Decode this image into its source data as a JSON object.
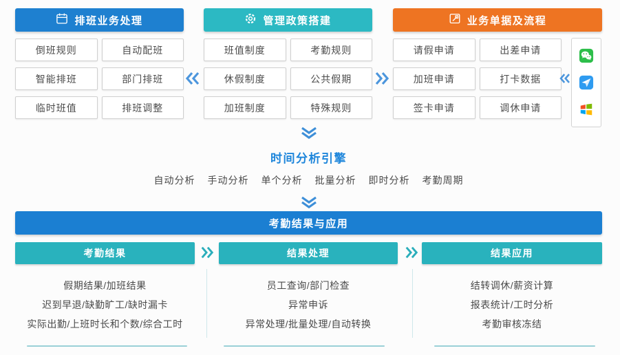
{
  "colors": {
    "section_blue": "#1E80D0",
    "section_teal": "#2CB9C3",
    "section_orange": "#EE7422",
    "banner_blue": "#1B7FD2",
    "sub_teal": "#29B2BD",
    "arrow_blue": "#4C96DD",
    "arrow_teal": "#2BAEBB",
    "engine_title_blue": "#1E86DB"
  },
  "sections": {
    "scheduling": {
      "title": "排班业务处理",
      "icon": "calendar-icon",
      "items": [
        "倒班规则",
        "自动配班",
        "智能排班",
        "部门排班",
        "临时班值",
        "排班调整"
      ]
    },
    "policy": {
      "title": "管理政策搭建",
      "icon": "gear-icon",
      "items": [
        "班值制度",
        "考勤规则",
        "休假制度",
        "公共假期",
        "加班制度",
        "特殊规则"
      ]
    },
    "documents": {
      "title": "业务单据及流程",
      "icon": "form-flow-icon",
      "items": [
        "请假申请",
        "出差申请",
        "加班申请",
        "打卡数据",
        "签卡申请",
        "调休申请"
      ]
    }
  },
  "channels": {
    "icons": [
      "wechat-icon",
      "paper-plane-app-icon",
      "windows-icon"
    ]
  },
  "engine": {
    "title": "时间分析引擎",
    "modes": [
      "自动分析",
      "手动分析",
      "单个分析",
      "批量分析",
      "即时分析",
      "考勤周期"
    ]
  },
  "results": {
    "banner": "考勤结果与应用",
    "columns": [
      {
        "title": "考勤结果",
        "rows": [
          "假期结果/加班结果",
          "迟到早退/缺勤旷工/缺时漏卡",
          "实际出勤/上班时长和个数/综合工时"
        ]
      },
      {
        "title": "结果处理",
        "rows": [
          "员工查询/部门检查",
          "异常申诉",
          "异常处理/批量处理/自动转换"
        ]
      },
      {
        "title": "结果应用",
        "rows": [
          "结转调休/薪资计算",
          "报表统计/工时分析",
          "考勤审核冻结"
        ]
      }
    ]
  }
}
